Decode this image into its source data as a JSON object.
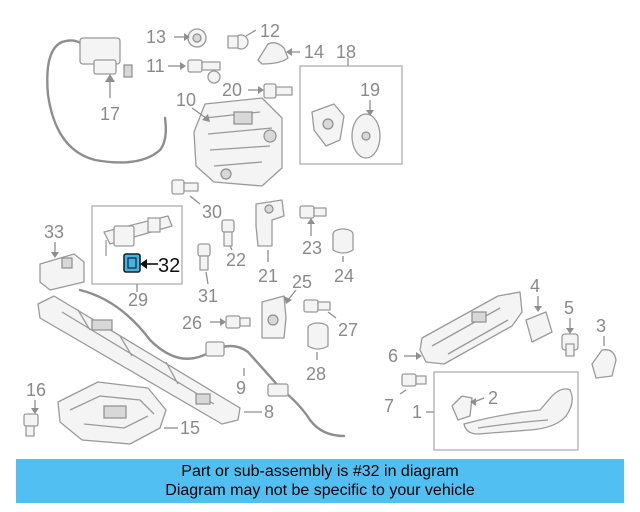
{
  "diagram": {
    "callouts": [
      "1",
      "2",
      "3",
      "4",
      "5",
      "6",
      "7",
      "8",
      "9",
      "10",
      "11",
      "12",
      "13",
      "14",
      "15",
      "16",
      "17",
      "18",
      "19",
      "20",
      "21",
      "22",
      "23",
      "24",
      "25",
      "26",
      "27",
      "28",
      "29",
      "30",
      "31",
      "33"
    ],
    "highlighted_callout": "32",
    "colors": {
      "highlight": "#3fb3ea",
      "part_stroke": "#9a9a9a",
      "label": "#8a8a8a"
    }
  },
  "banner": {
    "line1": "Part or sub-assembly is #32 in diagram",
    "line2": "Diagram may not be specific to your vehicle",
    "background": "#52bff2"
  }
}
